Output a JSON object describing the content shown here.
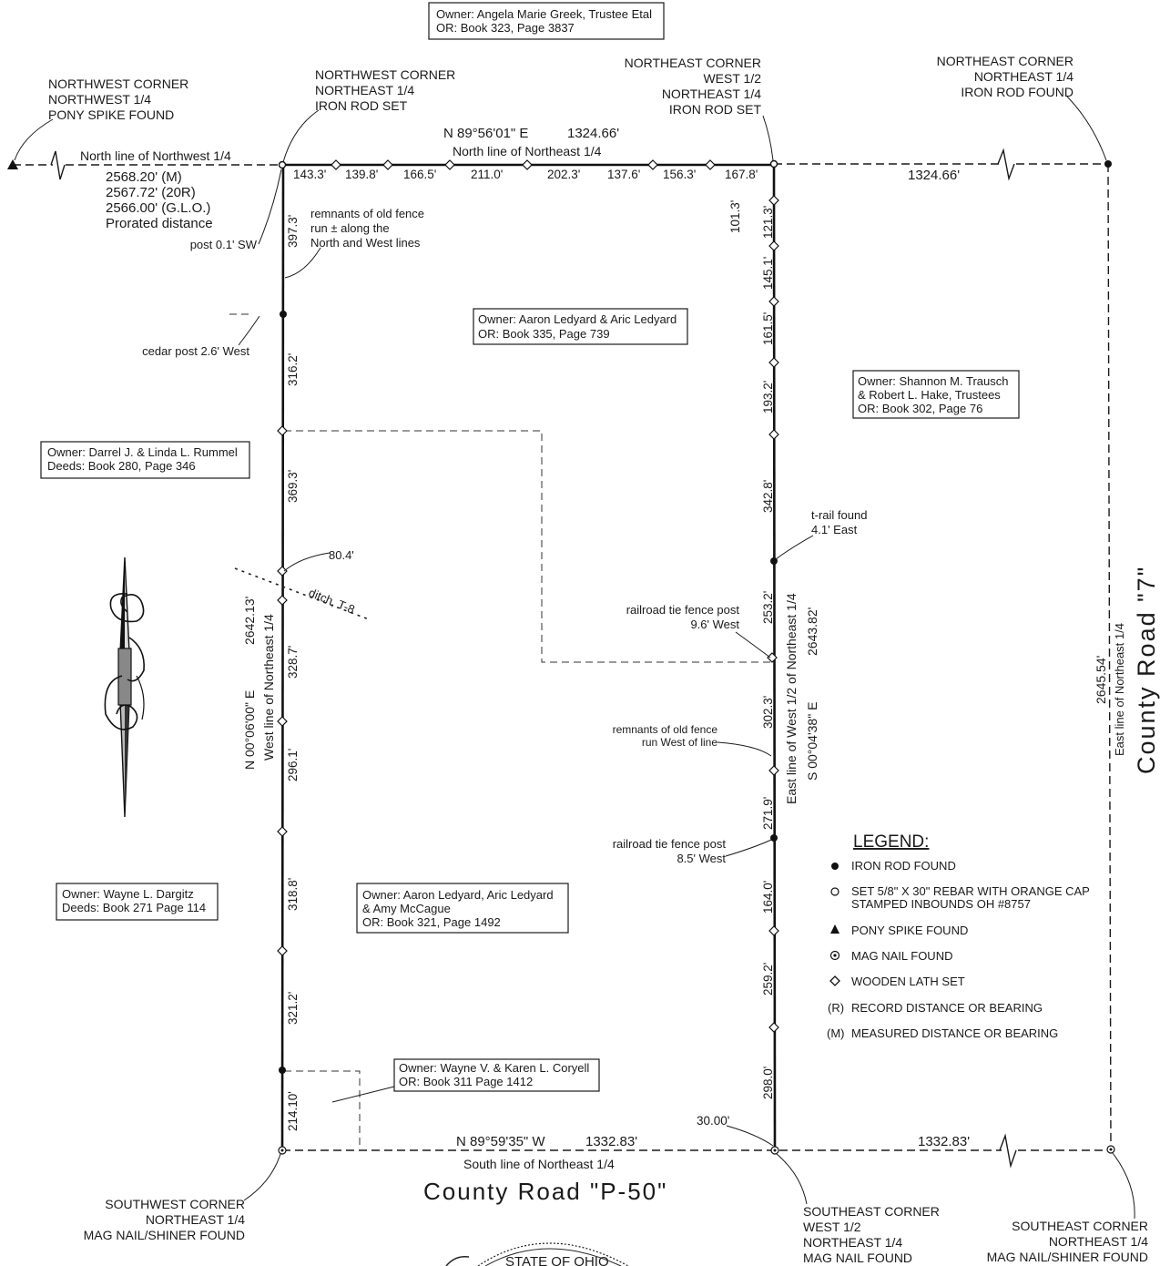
{
  "owners": {
    "greek": [
      "Owner: Angela Marie Greek, Trustee Etal",
      "OR: Book 323, Page 3837"
    ],
    "ledyard1": [
      "Owner: Aaron Ledyard & Aric Ledyard",
      "OR: Book 335, Page 739"
    ],
    "trausch": [
      "Owner: Shannon M. Trausch",
      "& Robert L. Hake, Trustees",
      "OR: Book 302, Page 76"
    ],
    "rummel": [
      "Owner: Darrel J. & Linda L. Rummel",
      "Deeds: Book 280, Page 346"
    ],
    "dargitz": [
      "Owner: Wayne L. Dargitz",
      "Deeds: Book 271 Page 114"
    ],
    "ledyard2": [
      "Owner: Aaron Ledyard, Aric Ledyard",
      "& Amy McCague",
      "OR: Book 321, Page 1492"
    ],
    "coryell": [
      "Owner: Wayne V. & Karen L. Coryell",
      "OR: Book 311 Page 1412"
    ]
  },
  "corners": {
    "nw_nw": [
      "NORTHWEST CORNER",
      "NORTHWEST 1/4",
      "PONY SPIKE FOUND"
    ],
    "nw_ne": [
      "NORTHWEST CORNER",
      "NORTHEAST 1/4",
      "IRON ROD SET"
    ],
    "ne_w": [
      "NORTHEAST CORNER",
      "WEST 1/2",
      "NORTHEAST 1/4",
      "IRON ROD SET"
    ],
    "ne_ne": [
      "NORTHEAST CORNER",
      "NORTHEAST 1/4",
      "IRON ROD FOUND"
    ],
    "sw": [
      "SOUTHWEST CORNER",
      "NORTHEAST 1/4",
      "MAG NAIL/SHINER FOUND"
    ],
    "se_w": [
      "SOUTHEAST CORNER",
      "WEST 1/2",
      "NORTHEAST 1/4",
      "MAG NAIL FOUND"
    ],
    "se_ne": [
      "SOUTHEAST CORNER",
      "NORTHEAST 1/4",
      "MAG NAIL/SHINER FOUND"
    ]
  },
  "north_line": {
    "nw_label": "North line of Northwest 1/4",
    "distances": [
      "2568.20'  (M)",
      "2567.72'  (20R)",
      "2566.00'  (G.L.O.)",
      "Prorated distance"
    ],
    "bearing": "N 89°56'01\" E",
    "length": "1324.66'",
    "ne_label": "North line of Northeast 1/4",
    "segments": [
      "143.3'",
      "139.8'",
      "166.5'",
      "211.0'",
      "202.3'",
      "137.6'",
      "156.3'",
      "167.8'"
    ],
    "east_length": "1324.66'"
  },
  "west_line": {
    "bearing": "N 00°06'00\" E",
    "length": "2642.13'",
    "label": "West line of Northeast 1/4",
    "segments": [
      "397.3'",
      "316.2'",
      "369.3'",
      "328.7'",
      "296.1'",
      "318.8'",
      "321.2'",
      "214.10'"
    ]
  },
  "east_line": {
    "label": "East line of West 1/2 of Northeast 1/4",
    "bearing": "S 00°04'38\" E",
    "length": "2643.82'",
    "offset": "101.3'",
    "segments": [
      "121.3'",
      "145.1'",
      "161.5'",
      "193.2'",
      "342.8'",
      "253.2'",
      "302.3'",
      "271.9'",
      "164.0'",
      "259.2'",
      "298.0'"
    ]
  },
  "far_east_line": {
    "length": "2645.54'",
    "label": "East line of Northeast 1/4"
  },
  "south_line": {
    "bearing": "N 89°59'35\" W",
    "length": "1332.83'",
    "label": "South line of Northeast 1/4",
    "east_length": "1332.83'",
    "offset": "30.00'"
  },
  "roads": {
    "south": "County    Road    \"P-50\"",
    "east": "County    Road    \"7\""
  },
  "notes": {
    "fence_remnants_nw": [
      "remnants of old fence",
      "run ± along the",
      "North and West lines"
    ],
    "post_sw": "post 0.1' SW",
    "cedar_post": "cedar post 2.6' West",
    "ditch_dist": "80.4'",
    "ditch": "ditch, T-8",
    "trail": [
      "t-rail found",
      "4.1' East"
    ],
    "rr_post1": [
      "railroad tie fence post",
      "9.6' West"
    ],
    "fence_west": [
      "remnants of old fence",
      "run West of line"
    ],
    "rr_post2": [
      "railroad tie fence post",
      "8.5' West"
    ]
  },
  "legend": {
    "title": "LEGEND:",
    "items": [
      {
        "symbol": "filled-circle",
        "label": "IRON ROD FOUND"
      },
      {
        "symbol": "open-circle",
        "label": "SET 5/8\" X 30\" REBAR WITH ORANGE CAP",
        "label2": "STAMPED INBOUNDS OH #8757"
      },
      {
        "symbol": "triangle",
        "label": "PONY SPIKE FOUND"
      },
      {
        "symbol": "dotted-circle",
        "label": "MAG NAIL FOUND"
      },
      {
        "symbol": "diamond",
        "label": "WOODEN LATH SET"
      },
      {
        "symbol": "R",
        "label": "RECORD DISTANCE OR BEARING"
      },
      {
        "symbol": "M",
        "label": "MEASURED DISTANCE OR BEARING"
      }
    ]
  },
  "seal_text": "STATE OF OHIO"
}
